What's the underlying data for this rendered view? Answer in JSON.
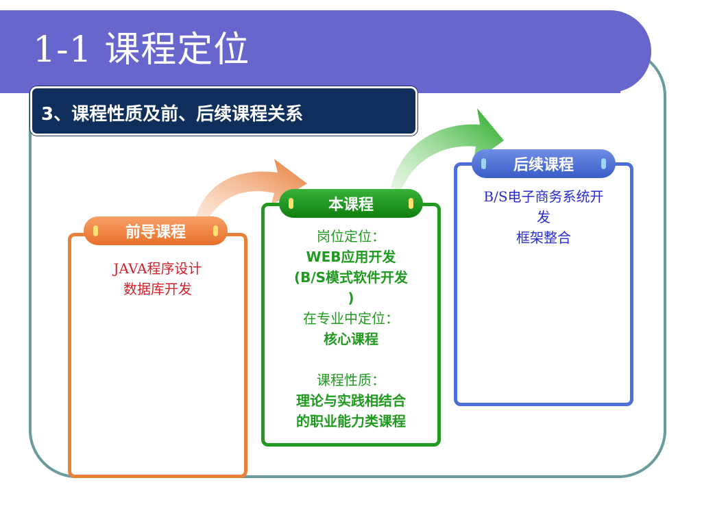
{
  "slide": {
    "title": "1-1  课程定位",
    "subtitle": "3、课程性质及前、后续课程关系"
  },
  "prerequisite": {
    "label": "前导课程",
    "lines": [
      "JAVA程序设计",
      "数据库开发"
    ]
  },
  "current": {
    "label": "本课程",
    "position_heading": "岗位定位：",
    "position_value_1": "WEB应用开发",
    "position_value_2": "(B/S模式软件开发",
    "position_value_3": ")",
    "major_heading": "在专业中定位：",
    "major_value": "核心课程",
    "nature_heading": "课程性质：",
    "nature_value_1": "理论与实践相结合",
    "nature_value_2": "的职业能力类课程"
  },
  "following": {
    "label": "后续课程",
    "line1": "B/S电子商务系统开",
    "line2": "发",
    "line3": "框架整合"
  },
  "colors": {
    "title_band": "#6666cc",
    "subtitle_bg": "#0e2f5c",
    "frame": "#6b9a9c",
    "prerequisite": "#e8803a",
    "current": "#1f9a1f",
    "following": "#4b6fd6",
    "prereq_text": "#d0202a",
    "current_heading_text": "#1f9a1f",
    "following_text": "#2a2ad0"
  }
}
